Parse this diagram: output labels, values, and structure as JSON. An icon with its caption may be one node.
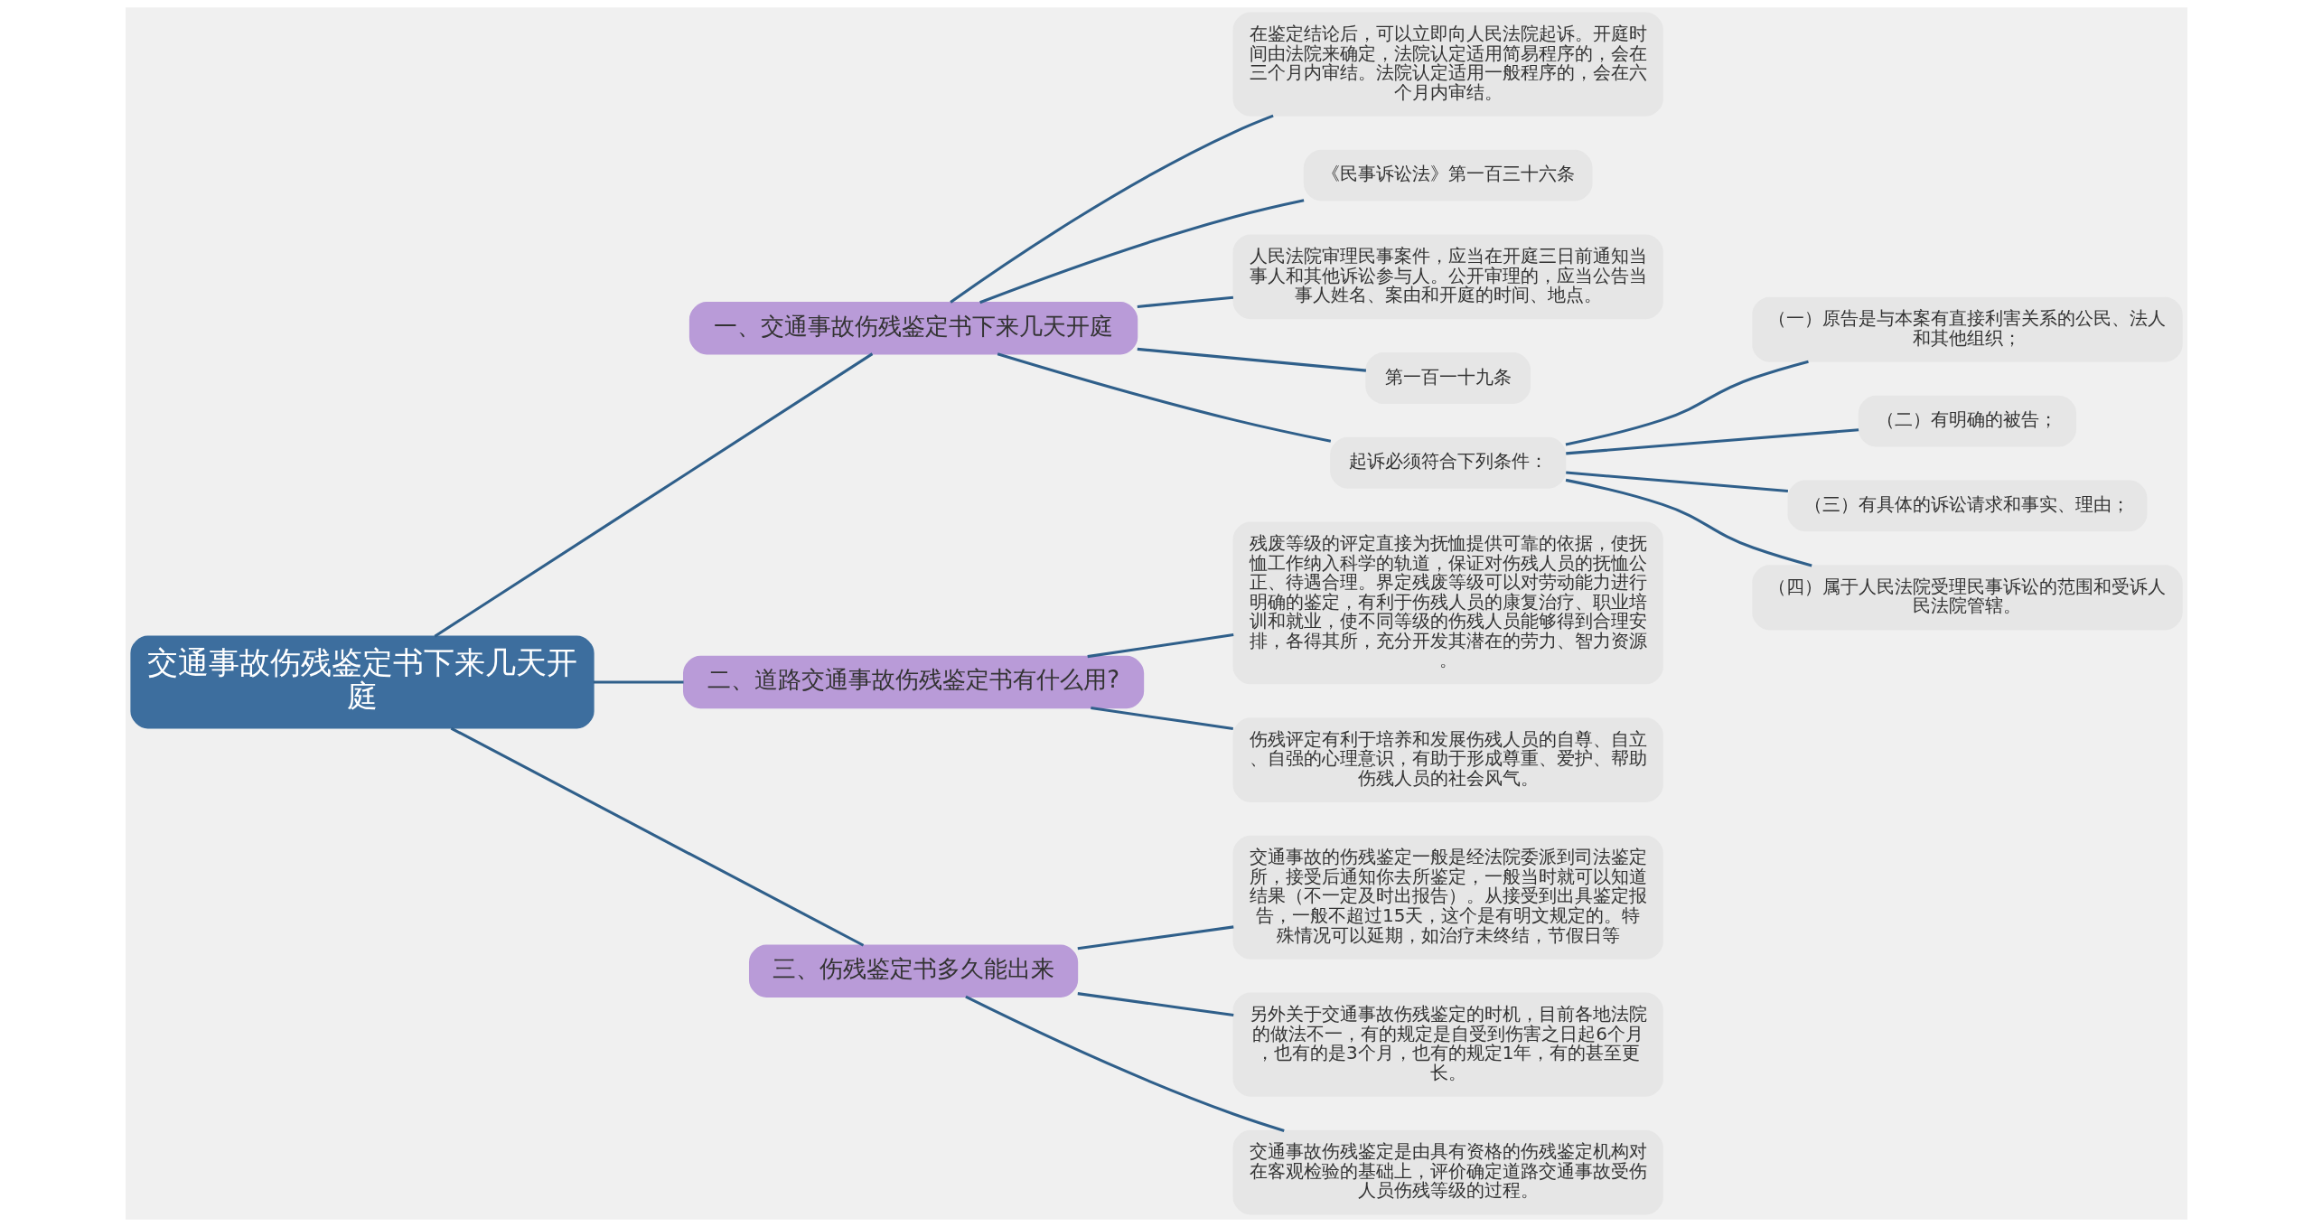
{
  "diagram": {
    "nodes": [
      {
        "text": [
          "交通事故伤残鉴定书下来几天开庭"
        ]
      },
      {
        "text": [
          "一、交通事故伤残鉴定书下来几天开庭"
        ]
      },
      {
        "text": [
          "在鉴定结论后，可以立即向人民法院起诉。开庭时间由法院来确定，法院认定适用简易程序的，会在三个月内审结。法院认定适用一般程序的，会在六个月内审结。"
        ]
      },
      {
        "text": [
          "《民事诉讼法》第一百三十六条"
        ]
      },
      {
        "text": [
          "人民法院审理民事案件，应当在开庭三日前通知当事人和其他诉讼参与人。公开审理的，应当公告当事人姓名、案由和开庭的时间、地点。"
        ]
      },
      {
        "text": [
          "第一百一十九条"
        ]
      },
      {
        "text": [
          "起诉必须符合下列条件："
        ]
      },
      {
        "text": [
          "（一）原告是与本案有直接利害关系的公民、法人和其他组织；"
        ]
      },
      {
        "text": [
          "（二）有明确的被告；"
        ]
      },
      {
        "text": [
          "（三）有具体的诉讼请求和事实、理由；"
        ]
      },
      {
        "text": [
          "（四）属于人民法院受理民事诉讼的范围和受诉人民法院管辖。"
        ]
      },
      {
        "text": [
          "二、道路交通事故伤残鉴定书有什么用?"
        ]
      },
      {
        "text": [
          "残废等级的评定直接为抚恤提供可靠的依据，使抚恤工作纳入科学的轨道，保证对伤残人员的抚恤公正、待遇合理。界定残废等级可以对劳动能力进行明确的鉴定，有利于伤残人员的康复治疗、职业培训和就业，使不同等级的伤残人员能够得到合理安排，各得其所，充分开发其潜在的劳力、智力资源。"
        ]
      },
      {
        "text": [
          "伤残评定有利于培养和发展伤残人员的自尊、自立、自强的心理意识，有助于形成尊重、爱护、帮助伤残人员的社会风气。"
        ]
      },
      {
        "text": [
          "三、伤残鉴定书多久能出来"
        ]
      },
      {
        "text": [
          "交通事故的伤残鉴定一般是经法院委派到司法鉴定所，接受后通知你去所鉴定，一般当时就可以知道结果（不一定及时出报告）。从接受到出具鉴定报告，一般不超过15天，这个是有明文规定的。特殊情况可以延期，如治疗未终结，节假日等"
        ]
      },
      {
        "text": [
          "另外关于交通事故伤残鉴定的时机，目前各地法院的做法不一，有的规定是自受到伤害之日起6个月，也有的是3个月，也有的规定1年，有的甚至更长。"
        ]
      },
      {
        "text": [
          "交通事故伤残鉴定是由具有资格的伤残鉴定机构对在客观检验的基础上，评价确定道路交通事故受伤人员伤残等级的过程。"
        ]
      }
    ],
    "edges": [
      {
        "from": 0,
        "to": 1,
        "arrow": "none"
      },
      {
        "from": 1,
        "to": 2,
        "arrow": "none"
      },
      {
        "from": 1,
        "to": 3,
        "arrow": "none"
      },
      {
        "from": 1,
        "to": 4,
        "arrow": "none"
      },
      {
        "from": 1,
        "to": 5,
        "arrow": "none"
      },
      {
        "from": 1,
        "to": 6,
        "arrow": "none"
      },
      {
        "from": 6,
        "to": 7,
        "arrow": "none"
      },
      {
        "from": 6,
        "to": 8,
        "arrow": "none"
      },
      {
        "from": 6,
        "to": 9,
        "arrow": "none"
      },
      {
        "from": 6,
        "to": 10,
        "arrow": "none"
      },
      {
        "from": 0,
        "to": 11,
        "arrow": "none"
      },
      {
        "from": 11,
        "to": 12,
        "arrow": "none"
      },
      {
        "from": 11,
        "to": 13,
        "arrow": "none"
      },
      {
        "from": 0,
        "to": 14,
        "arrow": "none"
      },
      {
        "from": 14,
        "to": 15,
        "arrow": "none"
      },
      {
        "from": 14,
        "to": 16,
        "arrow": "none"
      },
      {
        "from": 14,
        "to": 17,
        "arrow": "none"
      }
    ]
  }
}
